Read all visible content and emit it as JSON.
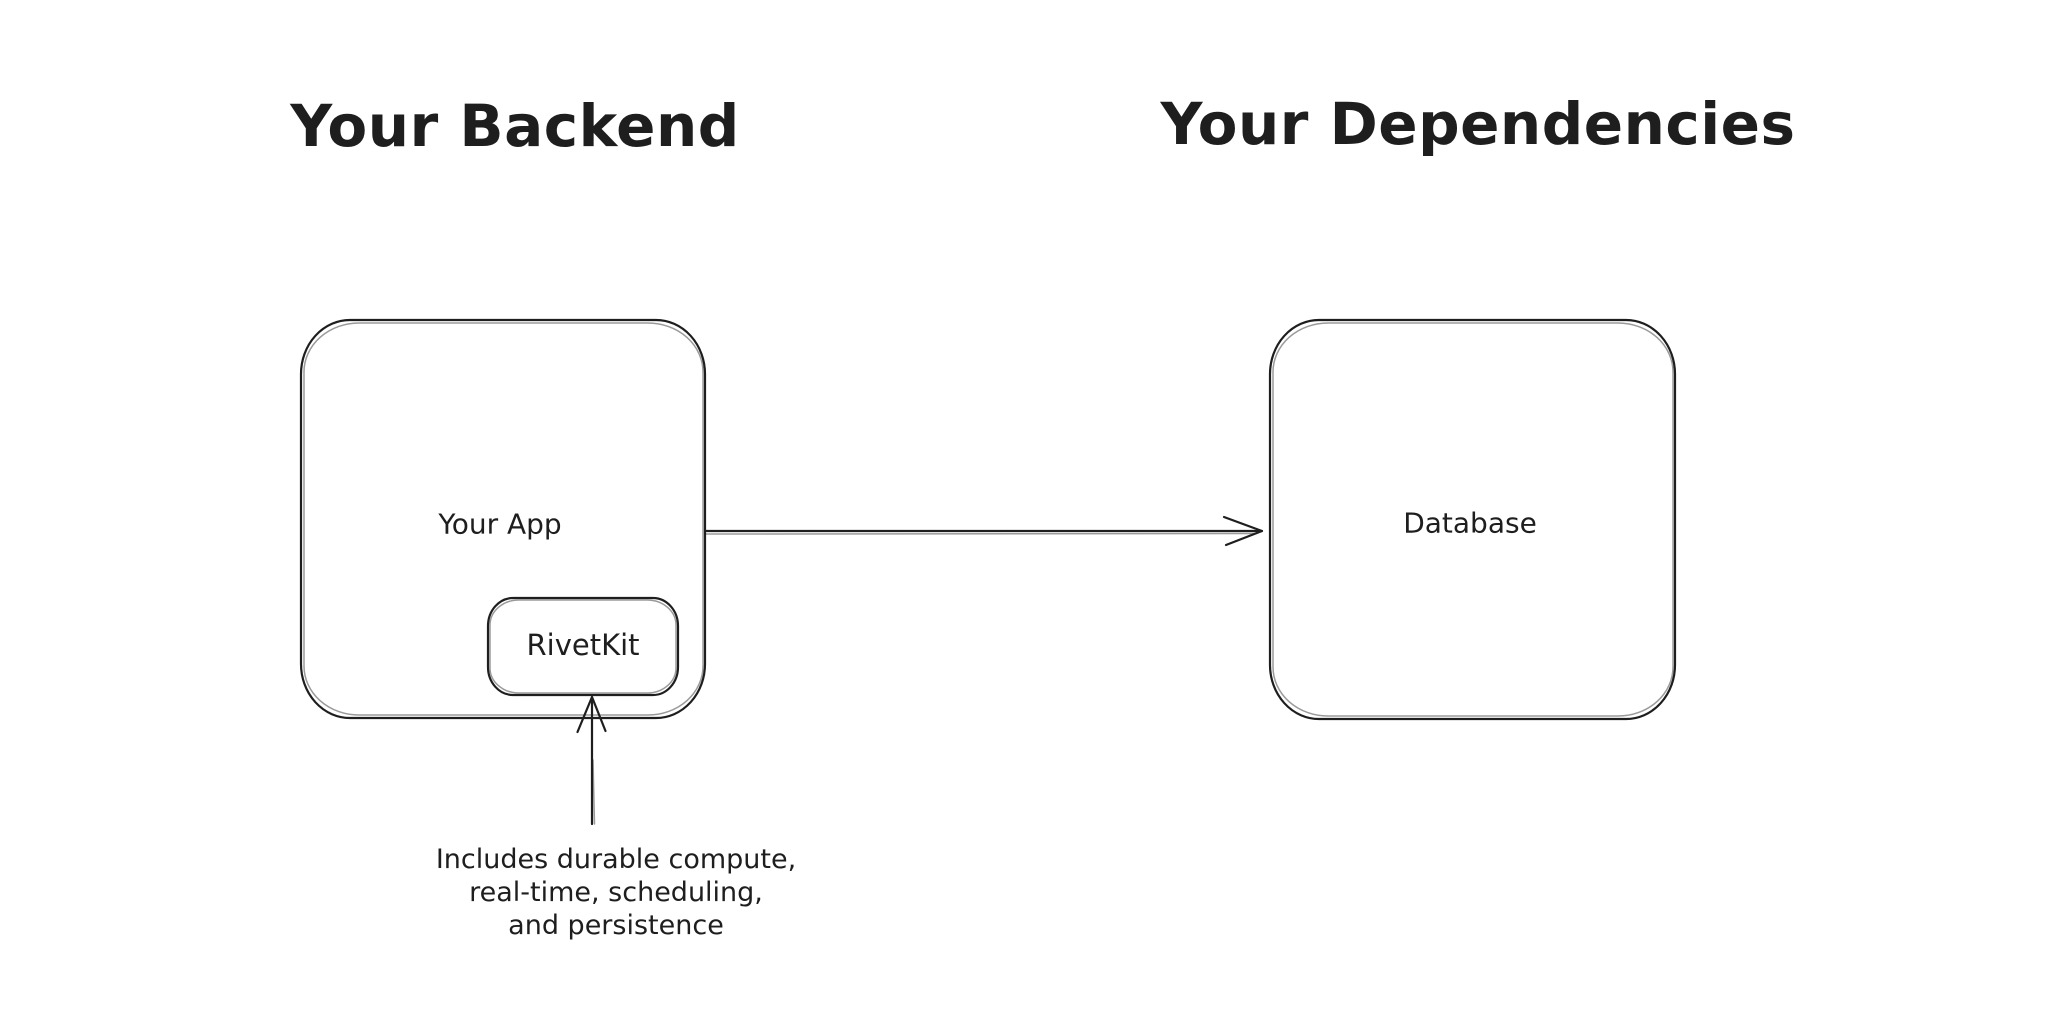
{
  "canvas": {
    "background_color": "#ffffff",
    "stroke_color": "#1e1e1e",
    "text_color": "#1e1e1e",
    "style": "hand-drawn sketch diagram"
  },
  "headings": {
    "left": "Your Backend",
    "right": "Your Dependencies"
  },
  "nodes": {
    "your_app": {
      "label": "Your App"
    },
    "rivetkit": {
      "label": "RivetKit"
    },
    "database": {
      "label": "Database"
    }
  },
  "arrows": {
    "app_to_database": {
      "from": "your_app",
      "to": "database",
      "direction": "right"
    },
    "annotation_to_rivetkit": {
      "from": "annotation",
      "to": "rivetkit",
      "direction": "up"
    }
  },
  "annotation": {
    "lines": [
      "Includes durable compute,",
      "real-time, scheduling,",
      "and persistence"
    ]
  }
}
